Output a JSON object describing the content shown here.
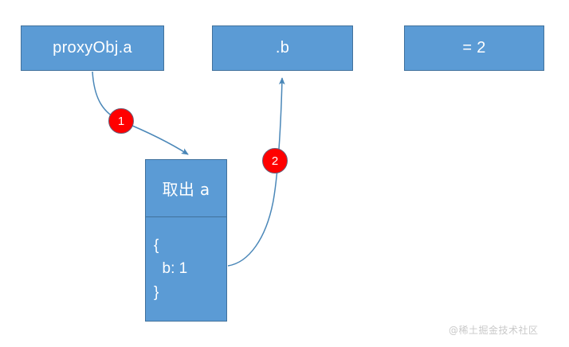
{
  "diagram": {
    "title": "proxy get trap access chain",
    "boxes": [
      {
        "id": "proxyobj",
        "label": "proxyObj.a"
      },
      {
        "id": "dotb",
        "label": ".b"
      },
      {
        "id": "equals2",
        "label": "= 2"
      }
    ],
    "center_box": {
      "header_label": "取出 a",
      "json_lines": [
        "{",
        "  b: 1",
        "}"
      ],
      "json_open": "{",
      "json_prop": "  b: 1",
      "json_close": "}"
    },
    "badges": [
      {
        "id": "badge-1",
        "label": "1"
      },
      {
        "id": "badge-2",
        "label": "2"
      }
    ],
    "arrows": [
      {
        "id": "arrow-1",
        "from": "proxyObj.a",
        "to": "取出 a",
        "badge": "1"
      },
      {
        "id": "arrow-2",
        "from": "{ b: 1 }",
        "to": ".b",
        "badge": "2"
      }
    ],
    "watermark": "@稀土掘金技术社区",
    "colors": {
      "box_fill": "#5B9BD5",
      "box_border": "#41719C",
      "badge_fill": "#FF0000",
      "badge_border": "#6B5F78",
      "arrow_stroke": "#4A87B8",
      "text": "#FFFFFF",
      "background": "#FFFFFF",
      "watermark": "#C9C9C9"
    }
  }
}
